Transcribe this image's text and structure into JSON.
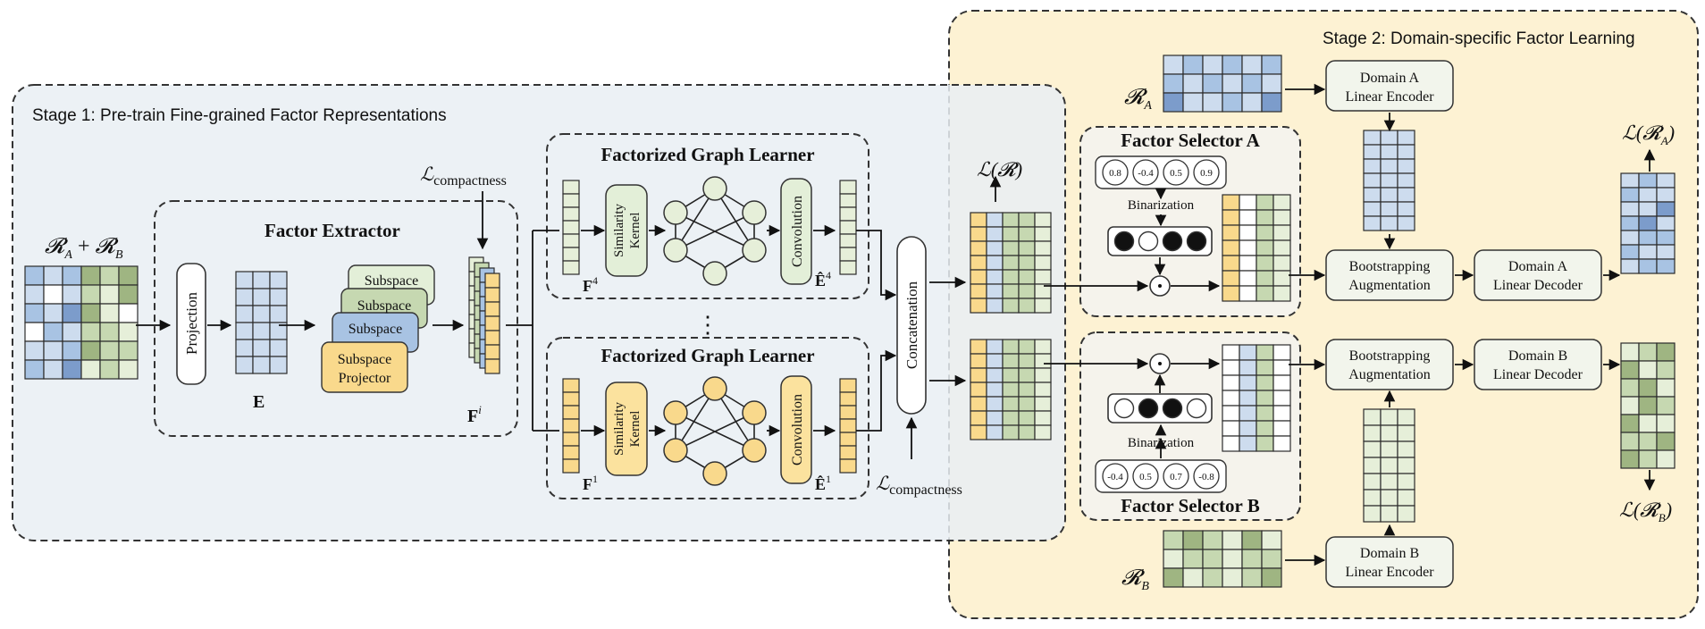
{
  "stage1": {
    "title": "Stage 1: Pre-train Fine-grained Factor Representations"
  },
  "stage2": {
    "title": "Stage 2: Domain-specific  Factor Learning"
  },
  "input": {
    "label_a": "𝓡",
    "sub_a": "A",
    "plus": " + ",
    "label_b": "𝓡",
    "sub_b": "B"
  },
  "factor_extractor": {
    "title": "Factor Extractor",
    "projection": "Projection",
    "embedding": "E",
    "subspace_back": [
      "Subspace",
      "Subspace",
      "Subspace"
    ],
    "subspace_front_line1": "Subspace",
    "subspace_front_line2": "Projector",
    "factor_main": "F",
    "factor_sup": "i"
  },
  "loss": {
    "compactness_main": "ℒ",
    "compactness_sub": "compactness",
    "overall": "ℒ(𝓡)"
  },
  "graph_learner_top": {
    "title": "Factorized Graph Learner",
    "kernel_line1": "Similarity",
    "kernel_line2": "Kernel",
    "conv": "Convolution",
    "f_main": "F",
    "f_sup": "4",
    "e_main": "Ê",
    "e_sup": "4"
  },
  "graph_learner_bottom": {
    "title": "Factorized Graph Learner",
    "kernel_line1": "Similarity",
    "kernel_line2": "Kernel",
    "conv": "Convolution",
    "f_main": "F",
    "f_sup": "1",
    "e_main": "Ê",
    "e_sup": "1"
  },
  "ellipsis": "⋮",
  "concatenation": "Concatenation",
  "selector_a": {
    "title": "Factor Selector A",
    "weights": [
      "0.8",
      "-0.4",
      "0.5",
      "0.9"
    ],
    "binarization": "Binarization",
    "mask": [
      1,
      0,
      1,
      1
    ]
  },
  "selector_b": {
    "title": "Factor Selector B",
    "weights": [
      "-0.4",
      "0.5",
      "0.7",
      "-0.8"
    ],
    "binarization": "Binarization",
    "mask": [
      0,
      1,
      1,
      0
    ]
  },
  "domain_a": {
    "rating_label": "𝓡",
    "rating_sub": "A",
    "encoder_line1": "Domain A",
    "encoder_line2": "Linear Encoder",
    "aug_line1": "Bootstrapping",
    "aug_line2": "Augmentation",
    "decoder_line1": "Domain A",
    "decoder_line2": "Linear Decoder",
    "loss": "ℒ(𝓡",
    "loss_sub": "A",
    "loss_close": ")"
  },
  "domain_b": {
    "rating_label": "𝓡",
    "rating_sub": "B",
    "encoder_line1": "Domain B",
    "encoder_line2": "Linear Encoder",
    "aug_line1": "Bootstrapping",
    "aug_line2": "Augmentation",
    "decoder_line1": "Domain B",
    "decoder_line2": "Linear Decoder",
    "loss": "ℒ(𝓡",
    "loss_sub": "B",
    "loss_close": ")"
  },
  "colors": {
    "stage1_bg": "#edf2f7",
    "stage2_bg": "#fdf2d3",
    "blue_light": "#cddcee",
    "blue_mid": "#a8c3e3",
    "blue_dark": "#7c9ccb",
    "green_light": "#e6efd9",
    "green_mid": "#c6d8b1",
    "green_dark": "#9fb582",
    "yellow": "#f9d98c",
    "box_green": "#e3efd8",
    "box_yellow": "#fbe29e",
    "box_light": "#f2f5ec"
  },
  "icons": [
    "arrow-icon",
    "dot-product-icon",
    "graph-network-icon"
  ]
}
